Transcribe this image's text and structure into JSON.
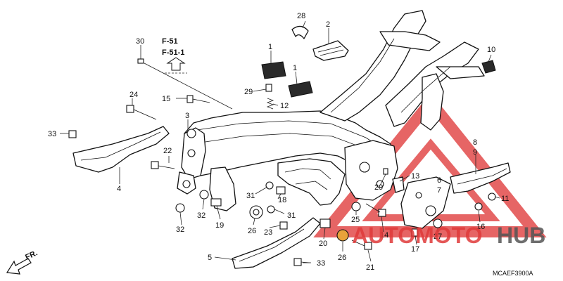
{
  "diagram": {
    "reference_lines": [
      "F-51",
      "F-51-1"
    ],
    "front_label": "FR.",
    "figure_code": "MCAEF3900A",
    "watermark": {
      "text_left": "AUTOMOTO",
      "text_right": "HUB",
      "color_red": "#e03a3a",
      "color_gray": "#555555"
    },
    "callouts": [
      "1",
      "1",
      "2",
      "3",
      "4",
      "5",
      "6",
      "7",
      "8",
      "9",
      "10",
      "11",
      "12",
      "13",
      "14",
      "15",
      "16",
      "17",
      "18",
      "19",
      "20",
      "21",
      "22",
      "23",
      "24",
      "25",
      "26",
      "26",
      "27",
      "28",
      "29",
      "29",
      "30",
      "31",
      "31",
      "32",
      "32",
      "33",
      "33"
    ]
  }
}
